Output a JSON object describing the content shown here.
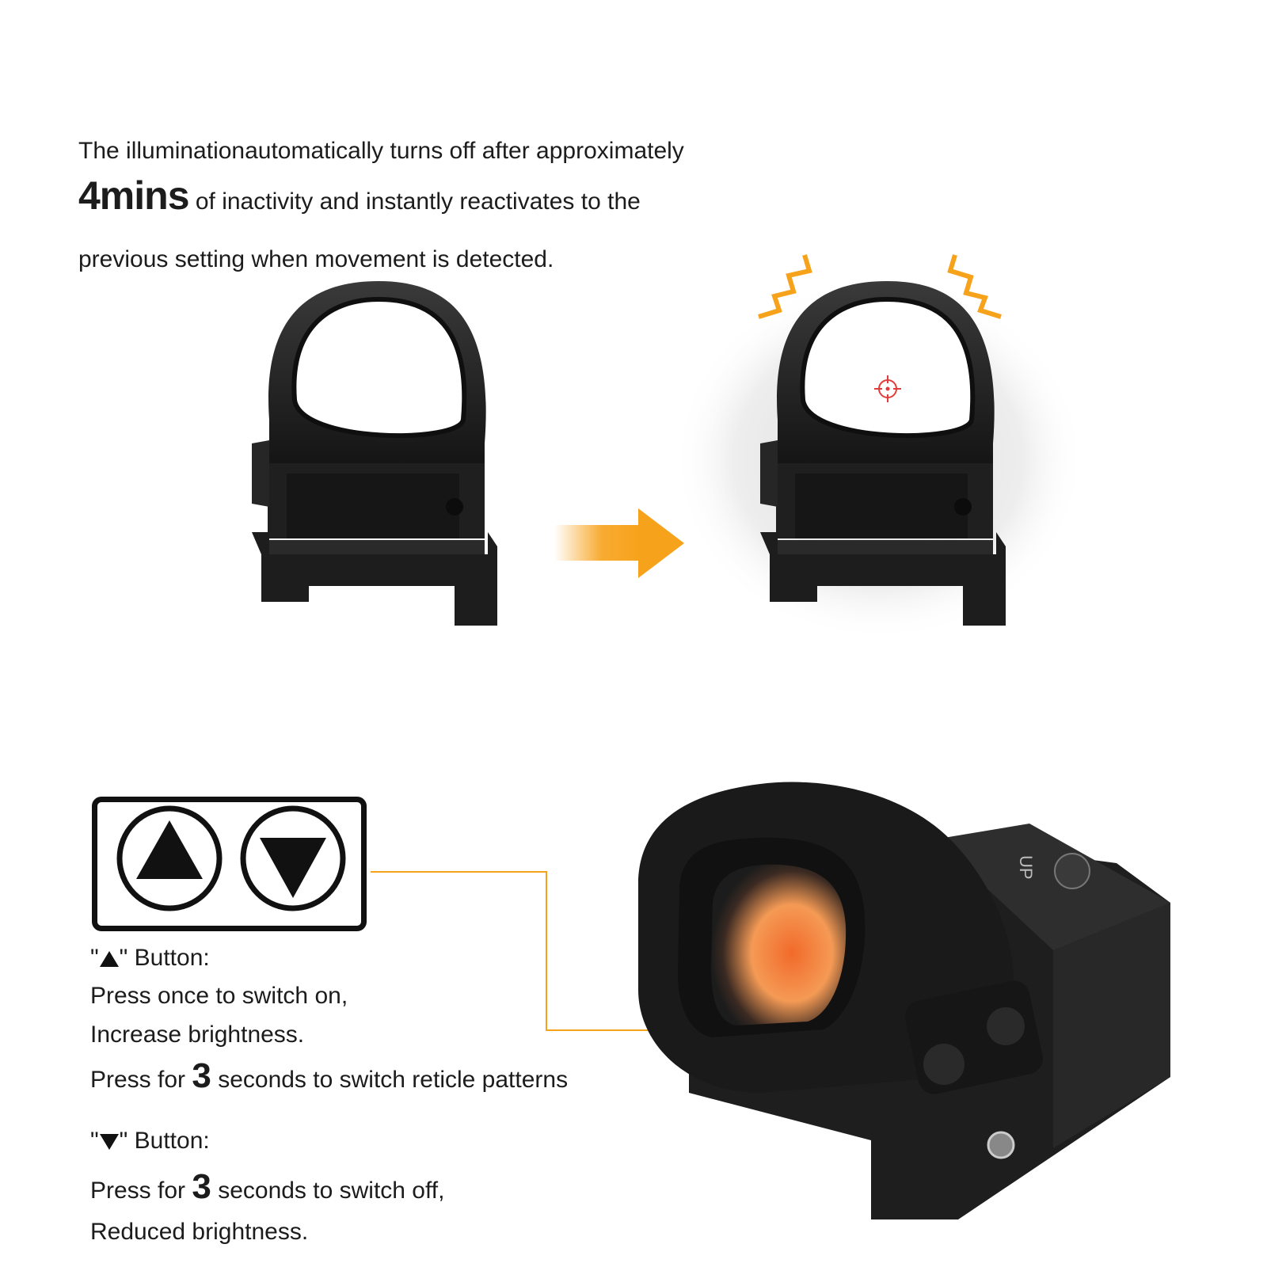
{
  "intro": {
    "line1": "The illuminationautomatically turns off after approximately",
    "highlight": "4mins",
    "line2_rest": " of inactivity and instantly reactivates to the",
    "line3": "previous setting when movement is detected."
  },
  "buttons": {
    "up": {
      "quote_open": "\"",
      "quote_close": "\" Button:",
      "line1": "Press once to switch on,",
      "line2": "Increase brightness.",
      "line3_pre": "Press for ",
      "line3_num": "3",
      "line3_post": " seconds to switch reticle patterns"
    },
    "down": {
      "quote_open": "\"",
      "quote_close": "\" Button:",
      "line1_pre": "Press for ",
      "line1_num": "3",
      "line1_post": " seconds to switch off,",
      "line2": "Reduced brightness."
    }
  },
  "product_markings": {
    "up_text": "UP"
  },
  "colors": {
    "accent_orange": "#f7a21b",
    "reticle_red": "#e23b3b",
    "body_dark": "#202020"
  },
  "icons": {
    "arrow": "right-arrow-icon",
    "motion": "motion-zigzag-icon",
    "reticle": "reticle-crosshair-icon",
    "up_button": "triangle-up-icon",
    "down_button": "triangle-down-icon"
  }
}
